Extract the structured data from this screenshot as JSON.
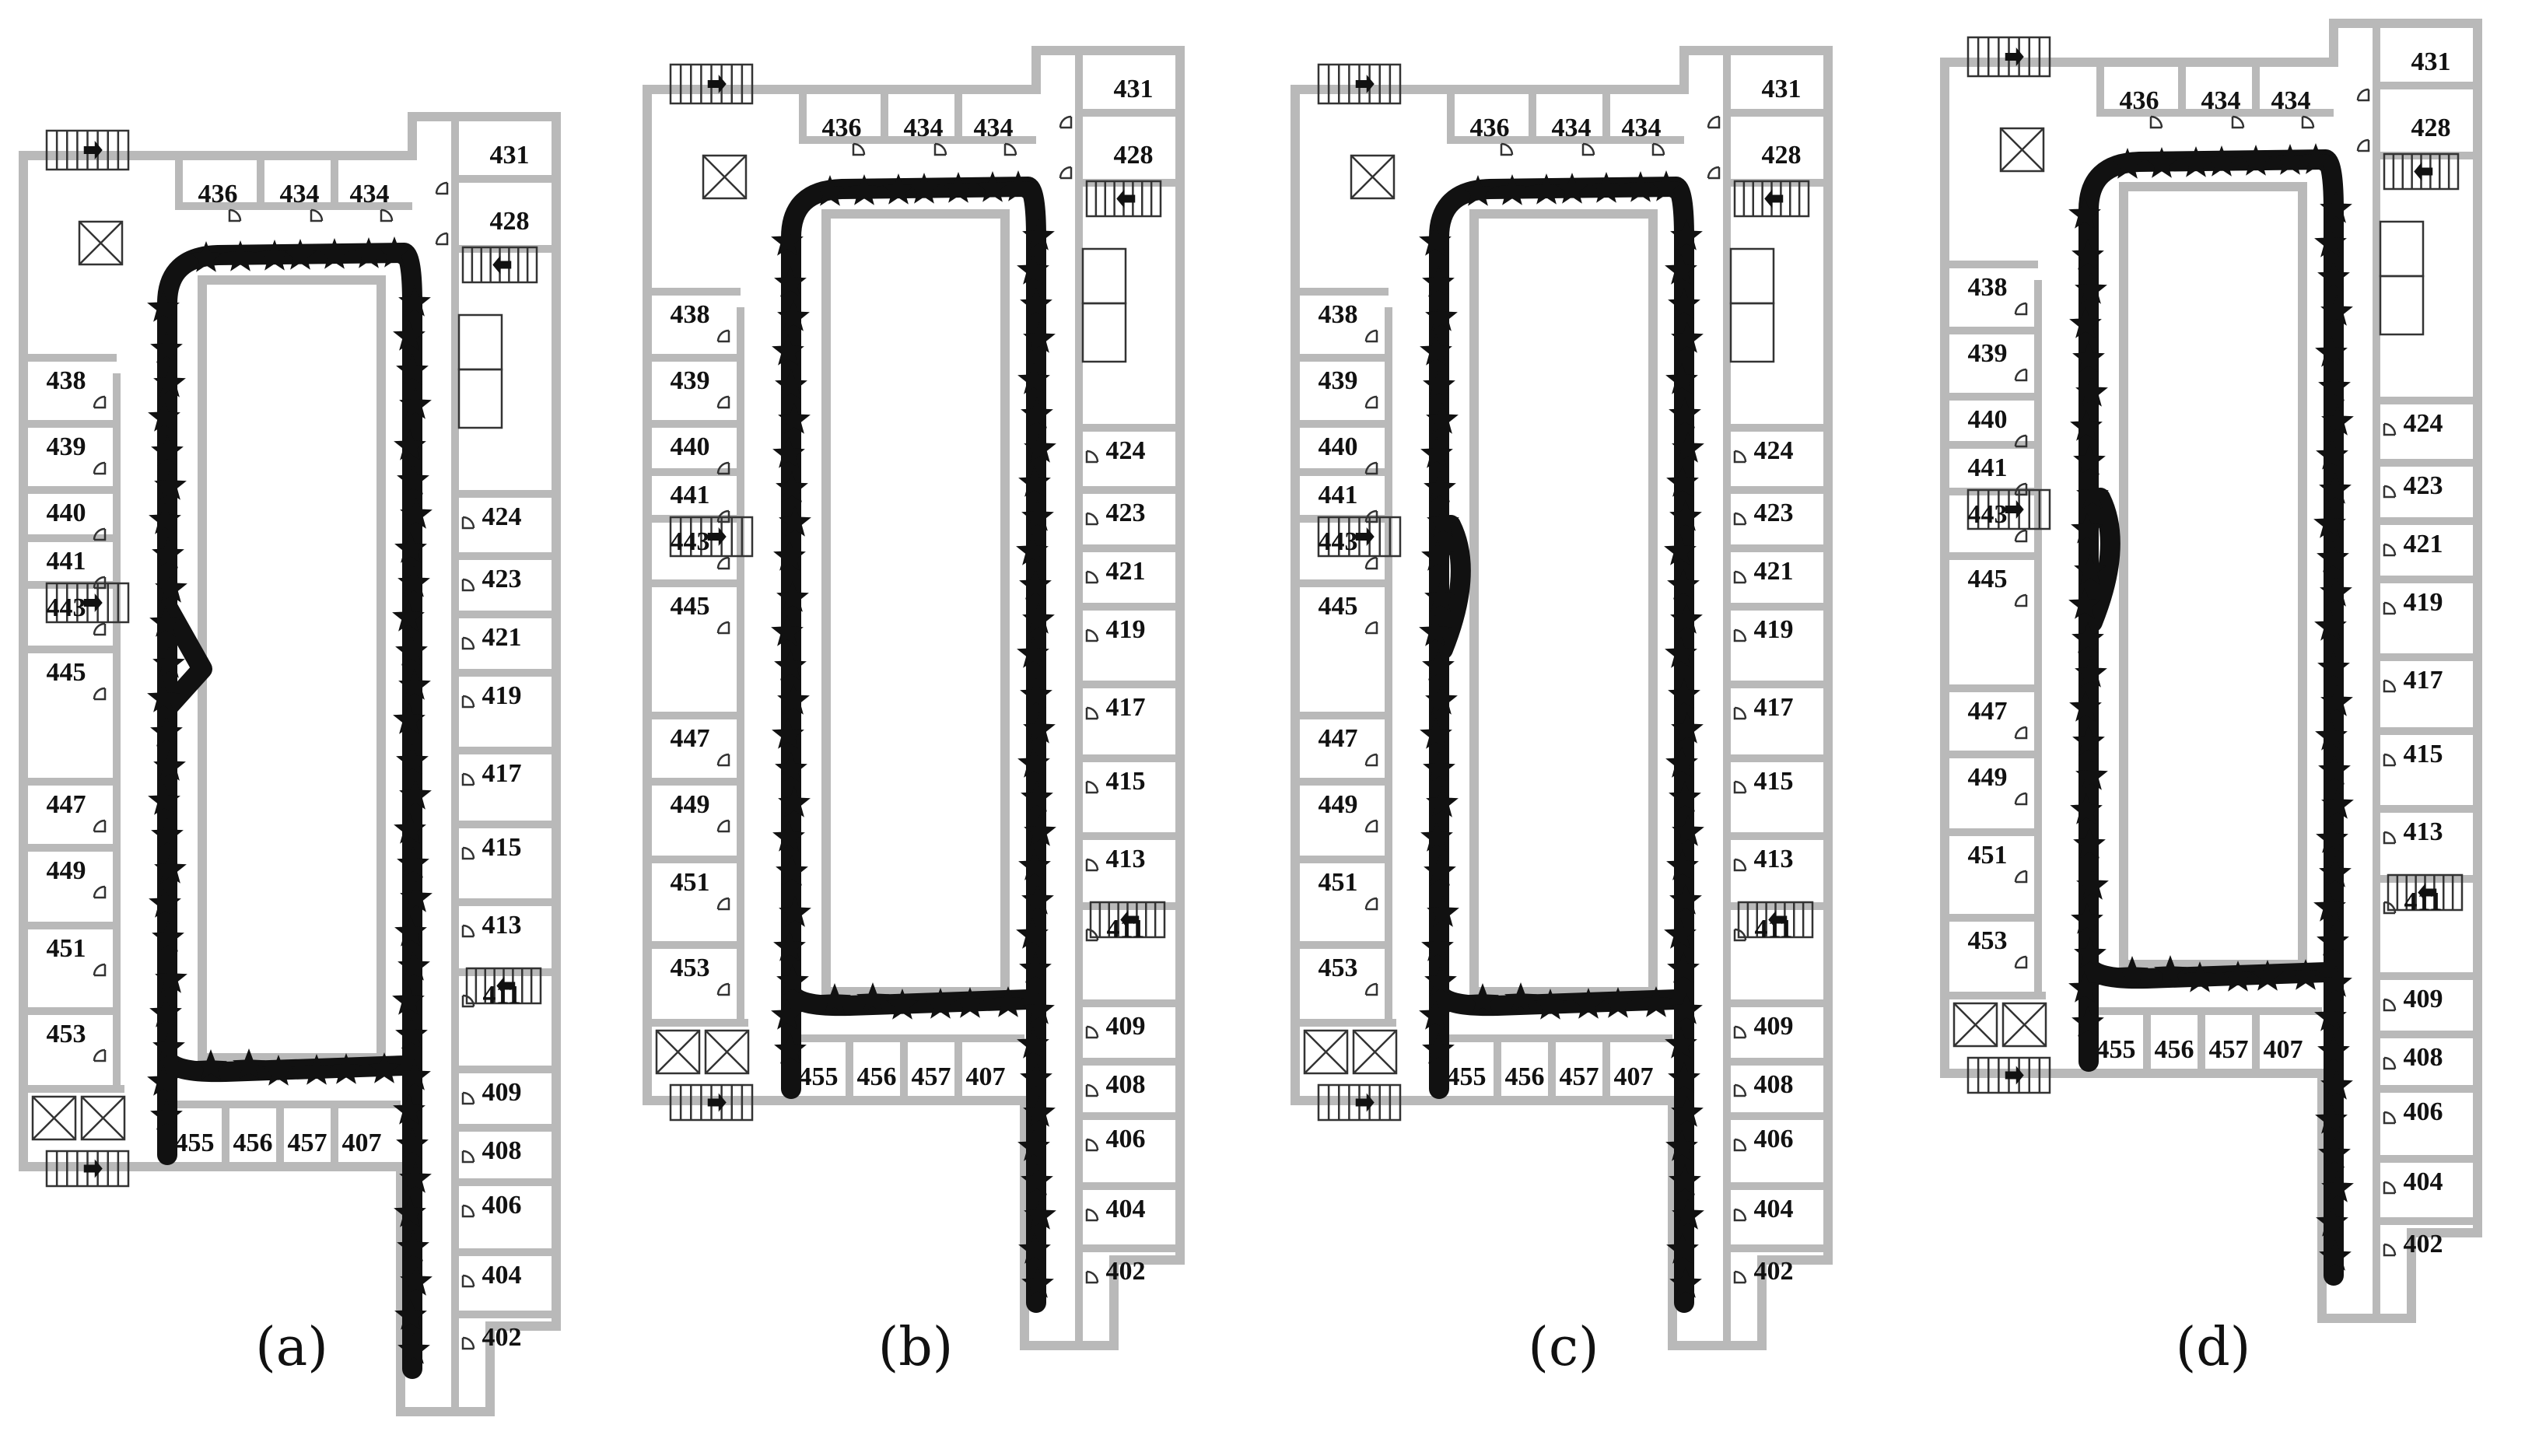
{
  "panels": [
    {
      "caption": "(a)",
      "variant": "a"
    },
    {
      "caption": "(b)",
      "variant": "b"
    },
    {
      "caption": "(c)",
      "variant": "c"
    },
    {
      "caption": "(d)",
      "variant": "d"
    }
  ],
  "rooms": {
    "top": [
      "436",
      "434",
      "434",
      "431",
      "428"
    ],
    "left": [
      "438",
      "439",
      "440",
      "441",
      "443",
      "445",
      "447",
      "449",
      "451",
      "453"
    ],
    "right": [
      "424",
      "423",
      "421",
      "419",
      "417",
      "415",
      "413",
      "411",
      "409",
      "408",
      "406",
      "404",
      "402"
    ],
    "bottom": [
      "455",
      "456",
      "457",
      "407"
    ]
  },
  "colors": {
    "wall": "#b9b9b9",
    "trajectory": "#111111",
    "background": "#ffffff"
  },
  "icons": [
    "staircase-icon",
    "elevator-icon",
    "door-arc-icon",
    "trajectory-star-marker"
  ]
}
